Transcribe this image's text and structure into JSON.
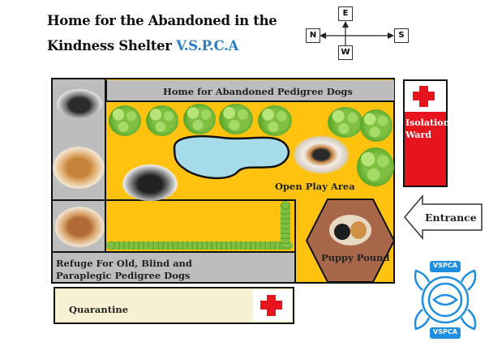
{
  "title": {
    "line1": "Home for the Abandoned in the",
    "line2": "Kindness Shelter",
    "line2_accent": "V.S.P.C.A"
  },
  "compass": {
    "east": "E",
    "west": "W",
    "north": "N",
    "south": "S"
  },
  "areas": {
    "pedigree_home": "Home for Abandoned Pedigree Dogs",
    "isolation_line1": "Isolation",
    "isolation_line2": "Ward",
    "open_play": "Open Play Area",
    "entrance": "Entrance",
    "puppy_pound": "Puppy Pound",
    "refuge_line1": "Refuge For Old, Blind and",
    "refuge_line2": "Paraplegic Pedigree Dogs",
    "quarantine": "Quarantine"
  },
  "logo": {
    "top": "VSPCA",
    "bottom": "VSPCA"
  },
  "colors": {
    "play_yard": "#ffc20e",
    "kennel_gray": "#bdbdbd",
    "isolation_red": "#e8141d",
    "pond": "#a6dcea",
    "pound_brown": "#a9674a",
    "quarantine_bg": "#f7f0d2",
    "logo_blue": "#1e8fe0"
  },
  "icons": [
    "red-cross-icon",
    "compass-icon",
    "entrance-arrow-icon",
    "vspca-logo-icon"
  ]
}
